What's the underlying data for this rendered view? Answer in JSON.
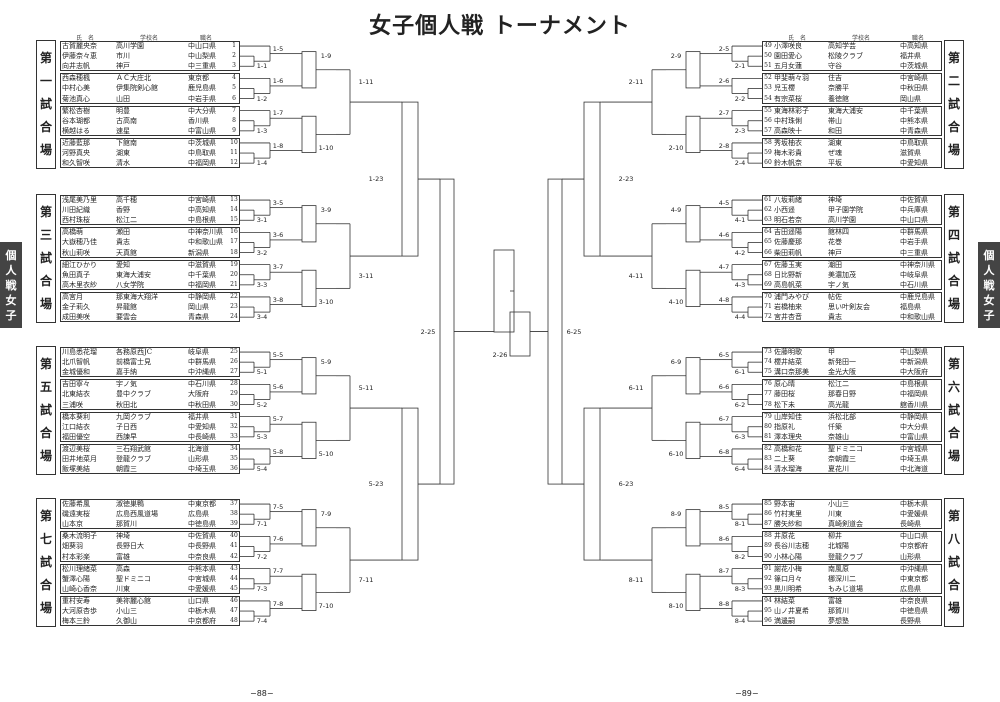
{
  "title": "女子個人戦 トーナメント",
  "side_tab": "個人戦女子",
  "col_headers": {
    "name": "氏　名",
    "school": "学校名",
    "pref": "職名"
  },
  "page_numbers": {
    "left": "−88−",
    "right": "−89−"
  },
  "venues": {
    "v1": "第一試合場",
    "v3": "第三試合場",
    "v5": "第五試合場",
    "v7": "第七試合場",
    "v2": "第二試合場",
    "v4": "第四試合場",
    "v6": "第六試合場",
    "v8": "第八試合場"
  },
  "final_label": "2-26",
  "players_left": [
    {
      "seed": "1",
      "name": "古賀麗央奈",
      "school": "高川学園",
      "pref": "中山口県"
    },
    {
      "seed": "2",
      "name": "伊藤奈々恵",
      "school": "市川",
      "pref": "中山梨県"
    },
    {
      "seed": "3",
      "name": "向井志帆",
      "school": "神戸",
      "pref": "中三重県"
    },
    {
      "seed": "4",
      "name": "西森穂楓",
      "school": "ＡＣ大庄北",
      "pref": "東京都"
    },
    {
      "seed": "5",
      "name": "中村心美",
      "school": "伊集院剣心館",
      "pref": "鹿児島県"
    },
    {
      "seed": "6",
      "name": "菊池真心",
      "school": "山田",
      "pref": "中岩手県"
    },
    {
      "seed": "7",
      "name": "繁松杏樹",
      "school": "明豊",
      "pref": "中大分県"
    },
    {
      "seed": "8",
      "name": "谷本瑚都",
      "school": "古高南",
      "pref": "香川県"
    },
    {
      "seed": "9",
      "name": "横越はる",
      "school": "速星",
      "pref": "中富山県"
    },
    {
      "seed": "10",
      "name": "近藤藍那",
      "school": "下館南",
      "pref": "中茨城県"
    },
    {
      "seed": "11",
      "name": "河野真央",
      "school": "湖東",
      "pref": "中鳥取県"
    },
    {
      "seed": "12",
      "name": "和久智咲",
      "school": "清水",
      "pref": "中福岡県"
    },
    {
      "seed": "13",
      "name": "浅尾美乃里",
      "school": "高千穂",
      "pref": "中宮崎県"
    },
    {
      "seed": "14",
      "name": "川田紀織",
      "school": "香野",
      "pref": "中高知県"
    },
    {
      "seed": "15",
      "name": "西村珠桜",
      "school": "松江二",
      "pref": "中島根県"
    },
    {
      "seed": "16",
      "name": "高橋萌",
      "school": "瀬田",
      "pref": "中神奈川県"
    },
    {
      "seed": "17",
      "name": "大嶽穂乃佳",
      "school": "貴志",
      "pref": "中和歌山県"
    },
    {
      "seed": "18",
      "name": "秋山莉咲",
      "school": "天真館",
      "pref": "新潟県"
    },
    {
      "seed": "19",
      "name": "細江ひかり",
      "school": "愛知",
      "pref": "中滋賀県"
    },
    {
      "seed": "20",
      "name": "魚田真子",
      "school": "東海大浦安",
      "pref": "中千葉県"
    },
    {
      "seed": "21",
      "name": "高木里衣紗",
      "school": "八女学院",
      "pref": "中福岡県"
    },
    {
      "seed": "22",
      "name": "高宮月",
      "school": "那東海大翔洋",
      "pref": "中静岡県"
    },
    {
      "seed": "23",
      "name": "金子莉久",
      "school": "昇龍館",
      "pref": "岡山県"
    },
    {
      "seed": "24",
      "name": "成田美咲",
      "school": "要雲会",
      "pref": "青森県"
    },
    {
      "seed": "25",
      "name": "川島悉花瑠",
      "school": "各務原西JC",
      "pref": "岐阜県"
    },
    {
      "seed": "26",
      "name": "北爪智帆",
      "school": "前橋富士見",
      "pref": "中群馬県"
    },
    {
      "seed": "27",
      "name": "金城優和",
      "school": "嘉手納",
      "pref": "中沖縄県"
    },
    {
      "seed": "28",
      "name": "吉田寧々",
      "school": "宇ノ気",
      "pref": "中石川県"
    },
    {
      "seed": "29",
      "name": "北東結衣",
      "school": "豊中クラブ",
      "pref": "大阪府"
    },
    {
      "seed": "30",
      "name": "三浦咲",
      "school": "秋田北",
      "pref": "中秋田県"
    },
    {
      "seed": "31",
      "name": "橋本葵利",
      "school": "九岡クラブ",
      "pref": "福井県"
    },
    {
      "seed": "32",
      "name": "江口結衣",
      "school": "子日西",
      "pref": "中愛知県"
    },
    {
      "seed": "33",
      "name": "福田優空",
      "school": "西諫早",
      "pref": "中長崎県"
    },
    {
      "seed": "34",
      "name": "渡辺美桜",
      "school": "三石翔武館",
      "pref": "北海道"
    },
    {
      "seed": "35",
      "name": "田井地菜月",
      "school": "登龍クラブ",
      "pref": "山形県"
    },
    {
      "seed": "36",
      "name": "飯塚美結",
      "school": "朝霞三",
      "pref": "中埼玉県"
    },
    {
      "seed": "37",
      "name": "佐藤希風",
      "school": "淑徳巣鴨",
      "pref": "中東京都"
    },
    {
      "seed": "38",
      "name": "磯遠実桜",
      "school": "広島西風道場",
      "pref": "広島県"
    },
    {
      "seed": "39",
      "name": "山本京",
      "school": "那賀川",
      "pref": "中徳島県"
    },
    {
      "seed": "40",
      "name": "桑木流明子",
      "school": "神埼",
      "pref": "中佐賀県"
    },
    {
      "seed": "41",
      "name": "畑葵羽",
      "school": "長野日大",
      "pref": "中長野県"
    },
    {
      "seed": "42",
      "name": "村本彩楽",
      "school": "富雄",
      "pref": "中奈良県"
    },
    {
      "seed": "43",
      "name": "松川理緒菜",
      "school": "高森",
      "pref": "中熊本県"
    },
    {
      "seed": "44",
      "name": "蟹澤心陽",
      "school": "聖ドミニコ",
      "pref": "中宮城県"
    },
    {
      "seed": "45",
      "name": "山崎心香奈",
      "school": "川東",
      "pref": "中愛媛県"
    },
    {
      "seed": "46",
      "name": "重村安寿",
      "school": "美祢麗心館",
      "pref": "山口県"
    },
    {
      "seed": "47",
      "name": "大河原杏歩",
      "school": "小山三",
      "pref": "中栃木県"
    },
    {
      "seed": "48",
      "name": "梅本三鈴",
      "school": "久御山",
      "pref": "中京都府"
    }
  ],
  "players_right": [
    {
      "seed": "49",
      "name": "小澤咲良",
      "school": "高知学芸",
      "pref": "中高知県"
    },
    {
      "seed": "50",
      "name": "園田愛心",
      "school": "松陵クラブ",
      "pref": "福井県"
    },
    {
      "seed": "51",
      "name": "五月女蓮",
      "school": "守谷",
      "pref": "中茨城県"
    },
    {
      "seed": "52",
      "name": "甲斐萌々羽",
      "school": "住吉",
      "pref": "中宮崎県"
    },
    {
      "seed": "53",
      "name": "児玉櫻",
      "school": "奈勝平",
      "pref": "中秋田県"
    },
    {
      "seed": "54",
      "name": "有宗菜桜",
      "school": "養徳館",
      "pref": "岡山県"
    },
    {
      "seed": "55",
      "name": "東海林彩子",
      "school": "東海大浦安",
      "pref": "中千葉県"
    },
    {
      "seed": "56",
      "name": "中村珠俐",
      "school": "帯山",
      "pref": "中熊本県"
    },
    {
      "seed": "57",
      "name": "高森映十",
      "school": "和田",
      "pref": "中青森県"
    },
    {
      "seed": "58",
      "name": "秀坂柚衣",
      "school": "湖東",
      "pref": "中鳥取県"
    },
    {
      "seed": "59",
      "name": "梅木彩貴",
      "school": "ぜ魂",
      "pref": "滋賀県"
    },
    {
      "seed": "60",
      "name": "鈴木帆奈",
      "school": "平坂",
      "pref": "中愛知県"
    },
    {
      "seed": "61",
      "name": "八坂莉緒",
      "school": "神埼",
      "pref": "中佐賀県"
    },
    {
      "seed": "62",
      "name": "小西遥",
      "school": "甲子園学院",
      "pref": "中兵庫県"
    },
    {
      "seed": "63",
      "name": "明石若奈",
      "school": "高川学園",
      "pref": "中山口県"
    },
    {
      "seed": "64",
      "name": "吉田遥陽",
      "school": "館林四",
      "pref": "中群馬県"
    },
    {
      "seed": "65",
      "name": "佐藤慶那",
      "school": "花巻",
      "pref": "中岩手県"
    },
    {
      "seed": "66",
      "name": "柴田莉帆",
      "school": "神戸",
      "pref": "中三重県"
    },
    {
      "seed": "67",
      "name": "佐藤玉実",
      "school": "潮田",
      "pref": "中神奈川県"
    },
    {
      "seed": "68",
      "name": "日比野新",
      "school": "美濃加茂",
      "pref": "中岐阜県"
    },
    {
      "seed": "69",
      "name": "高島帆菜",
      "school": "宇ノ気",
      "pref": "中石川県"
    },
    {
      "seed": "70",
      "name": "浦門みやび",
      "school": "帖佐",
      "pref": "中鹿児島県"
    },
    {
      "seed": "71",
      "name": "岩橋柚来",
      "school": "思い叶剣友会",
      "pref": "福島県"
    },
    {
      "seed": "72",
      "name": "宮井杏音",
      "school": "貴志",
      "pref": "中和歌山県"
    },
    {
      "seed": "73",
      "name": "佐藤明歌",
      "school": "甲",
      "pref": "中山梨県"
    },
    {
      "seed": "74",
      "name": "櫻井結菜",
      "school": "新発田一",
      "pref": "中新潟県"
    },
    {
      "seed": "75",
      "name": "溝口奈那美",
      "school": "金光大阪",
      "pref": "中大阪府"
    },
    {
      "seed": "76",
      "name": "原心晴",
      "school": "松江二",
      "pref": "中島根県"
    },
    {
      "seed": "77",
      "name": "藤田桜",
      "school": "那春日野",
      "pref": "中福岡県"
    },
    {
      "seed": "78",
      "name": "松下未",
      "school": "高光龍",
      "pref": "舘香川県"
    },
    {
      "seed": "79",
      "name": "山岸知佳",
      "school": "浜松北部",
      "pref": "中静岡県"
    },
    {
      "seed": "80",
      "name": "指原礼",
      "school": "仟築",
      "pref": "中大分県"
    },
    {
      "seed": "81",
      "name": "澤本理央",
      "school": "奈雄山",
      "pref": "中富山県"
    },
    {
      "seed": "82",
      "name": "高橋和花",
      "school": "聖ドミニコ",
      "pref": "中宮城県"
    },
    {
      "seed": "83",
      "name": "二上葵",
      "school": "奈朝霞三",
      "pref": "中埼玉県"
    },
    {
      "seed": "84",
      "name": "清水瑠海",
      "school": "夏花川",
      "pref": "中北海道"
    },
    {
      "seed": "85",
      "name": "野本宙",
      "school": "小山三",
      "pref": "中栃木県"
    },
    {
      "seed": "86",
      "name": "竹村実里",
      "school": "川東",
      "pref": "中愛媛県"
    },
    {
      "seed": "87",
      "name": "勝矢紗和",
      "school": "真崎剣道会",
      "pref": "長崎県"
    },
    {
      "seed": "88",
      "name": "井原花",
      "school": "柳井",
      "pref": "中山口県"
    },
    {
      "seed": "89",
      "name": "長谷川志穂",
      "school": "北城陽",
      "pref": "中京都府"
    },
    {
      "seed": "90",
      "name": "小林心陽",
      "school": "登龍クラブ",
      "pref": "山形県"
    },
    {
      "seed": "91",
      "name": "謝花小梅",
      "school": "南風原",
      "pref": "中沖縄県"
    },
    {
      "seed": "92",
      "name": "篠口月々",
      "school": "梛深川二",
      "pref": "中東京都"
    },
    {
      "seed": "93",
      "name": "黒川明希",
      "school": "もみじ道場",
      "pref": "広島県"
    },
    {
      "seed": "94",
      "name": "林結菜",
      "school": "富雄",
      "pref": "中奈良県"
    },
    {
      "seed": "95",
      "name": "山ノ井夏希",
      "school": "那賀川",
      "pref": "中徳島県"
    },
    {
      "seed": "96",
      "name": "満邊嗣",
      "school": "夢想塾",
      "pref": "長野県"
    }
  ],
  "match_labels_left": {
    "r1": [
      "1-1",
      "1-2",
      "1-3",
      "1-4",
      "3-1",
      "3-2",
      "3-3",
      "3-4",
      "5-1",
      "5-2",
      "5-3",
      "5-4",
      "7-1",
      "7-2",
      "7-3",
      "7-4"
    ],
    "r2": [
      "1-5",
      "1-6",
      "1-7",
      "1-8",
      "3-5",
      "3-6",
      "3-7",
      "3-8",
      "5-5",
      "5-6",
      "5-7",
      "5-8",
      "7-5",
      "7-6",
      "7-7",
      "7-8"
    ],
    "r3": [
      "1-9",
      "1-10",
      "3-9",
      "3-10",
      "5-9",
      "5-10",
      "7-9",
      "7-10"
    ],
    "r4": [
      "1-11",
      "3-11",
      "5-11",
      "7-11"
    ],
    "r5": [
      "1-23",
      "5-23"
    ],
    "r6": [
      "2-25"
    ]
  },
  "match_labels_right": {
    "r1": [
      "2-1",
      "2-2",
      "2-3",
      "2-4",
      "4-1",
      "4-2",
      "4-3",
      "4-4",
      "6-1",
      "6-2",
      "6-3",
      "6-4",
      "8-1",
      "8-2",
      "8-3",
      "8-4"
    ],
    "r2": [
      "2-5",
      "2-6",
      "2-7",
      "2-8",
      "4-5",
      "4-6",
      "4-7",
      "4-8",
      "6-5",
      "6-6",
      "6-7",
      "6-8",
      "8-5",
      "8-6",
      "8-7",
      "8-8"
    ],
    "r3": [
      "2-9",
      "2-10",
      "4-9",
      "4-10",
      "6-9",
      "6-10",
      "8-9",
      "8-10"
    ],
    "r4": [
      "2-11",
      "4-11",
      "6-11",
      "8-11"
    ],
    "r5": [
      "2-23",
      "6-23"
    ],
    "r6": [
      "6-25"
    ]
  }
}
